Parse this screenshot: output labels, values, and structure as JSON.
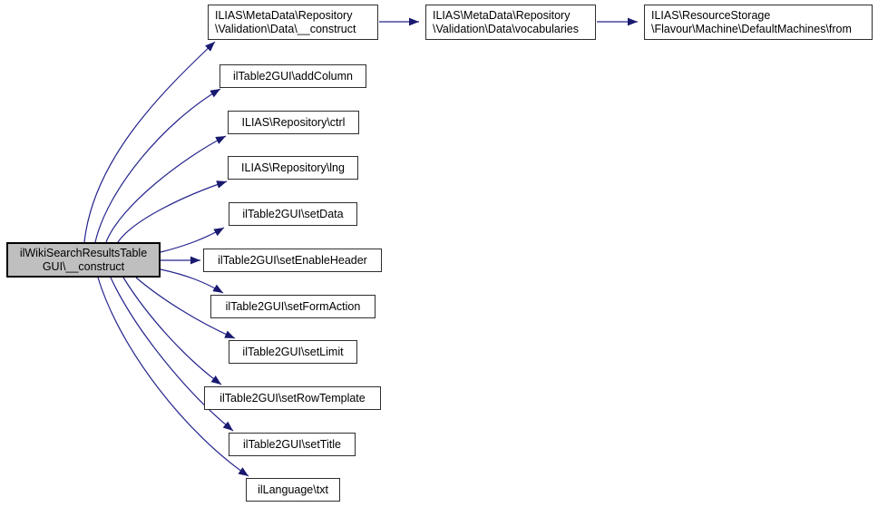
{
  "diagram": {
    "type": "call-graph",
    "colors": {
      "edge": "#191970",
      "node_fill": "#ffffff",
      "node_border": "#2e2e2e",
      "current_node_fill": "#bfbfbf",
      "current_node_border": "#000000",
      "background": "#ffffff"
    },
    "nodes": {
      "main": {
        "line1": "ilWikiSearchResultsTable",
        "line2": "GUI\\__construct",
        "full": "ilWikiSearchResultsTableGUI\\__construct"
      },
      "md_construct": {
        "line1": "ILIAS\\MetaData\\Repository",
        "line2": "\\Validation\\Data\\__construct",
        "full": "ILIAS\\MetaData\\Repository\\Validation\\Data\\__construct"
      },
      "vocabularies": {
        "line1": "ILIAS\\MetaData\\Repository",
        "line2": "\\Validation\\Data\\vocabularies",
        "full": "ILIAS\\MetaData\\Repository\\Validation\\Data\\vocabularies"
      },
      "from": {
        "line1": "ILIAS\\ResourceStorage",
        "line2": "\\Flavour\\Machine\\DefaultMachines\\from",
        "full": "ILIAS\\ResourceStorage\\Flavour\\Machine\\DefaultMachines\\from"
      },
      "addcolumn": {
        "label": "ilTable2GUI\\addColumn"
      },
      "ctrl": {
        "label": "ILIAS\\Repository\\ctrl"
      },
      "lng": {
        "label": "ILIAS\\Repository\\lng"
      },
      "setdata": {
        "label": "ilTable2GUI\\setData"
      },
      "setenableheader": {
        "label": "ilTable2GUI\\setEnableHeader"
      },
      "setformaction": {
        "label": "ilTable2GUI\\setFormAction"
      },
      "setlimit": {
        "label": "ilTable2GUI\\setLimit"
      },
      "setrowtemplate": {
        "label": "ilTable2GUI\\setRowTemplate"
      },
      "settitle": {
        "label": "ilTable2GUI\\setTitle"
      },
      "txt": {
        "label": "ilLanguage\\txt"
      }
    },
    "edges": [
      {
        "from": "main",
        "to": "md_construct"
      },
      {
        "from": "main",
        "to": "addcolumn"
      },
      {
        "from": "main",
        "to": "ctrl"
      },
      {
        "from": "main",
        "to": "lng"
      },
      {
        "from": "main",
        "to": "setdata"
      },
      {
        "from": "main",
        "to": "setenableheader"
      },
      {
        "from": "main",
        "to": "setformaction"
      },
      {
        "from": "main",
        "to": "setlimit"
      },
      {
        "from": "main",
        "to": "setrowtemplate"
      },
      {
        "from": "main",
        "to": "settitle"
      },
      {
        "from": "main",
        "to": "txt"
      },
      {
        "from": "md_construct",
        "to": "vocabularies"
      },
      {
        "from": "vocabularies",
        "to": "from"
      }
    ]
  }
}
